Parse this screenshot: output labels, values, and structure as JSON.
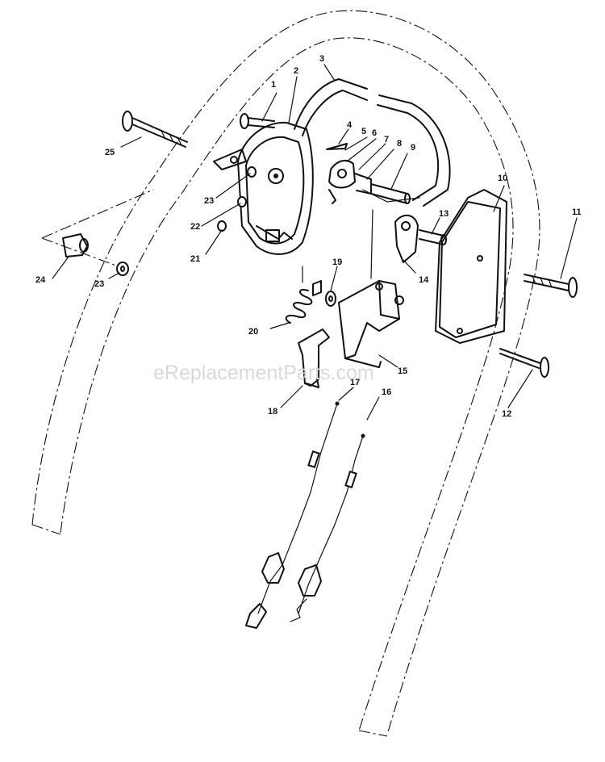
{
  "watermark": "eReplacementParts.com",
  "callouts": {
    "p1": "1",
    "p2": "2",
    "p3": "3",
    "p4": "4",
    "p5": "5",
    "p6": "6",
    "p7": "7",
    "p8": "8",
    "p9": "9",
    "p10": "10",
    "p11": "11",
    "p12": "12",
    "p13": "13",
    "p14": "14",
    "p15": "15",
    "p16": "16",
    "p17": "17",
    "p18": "18",
    "p19": "19",
    "p20": "20",
    "p21": "21",
    "p22": "22",
    "p23a": "23",
    "p23b": "23",
    "p24": "24",
    "p25": "25"
  }
}
